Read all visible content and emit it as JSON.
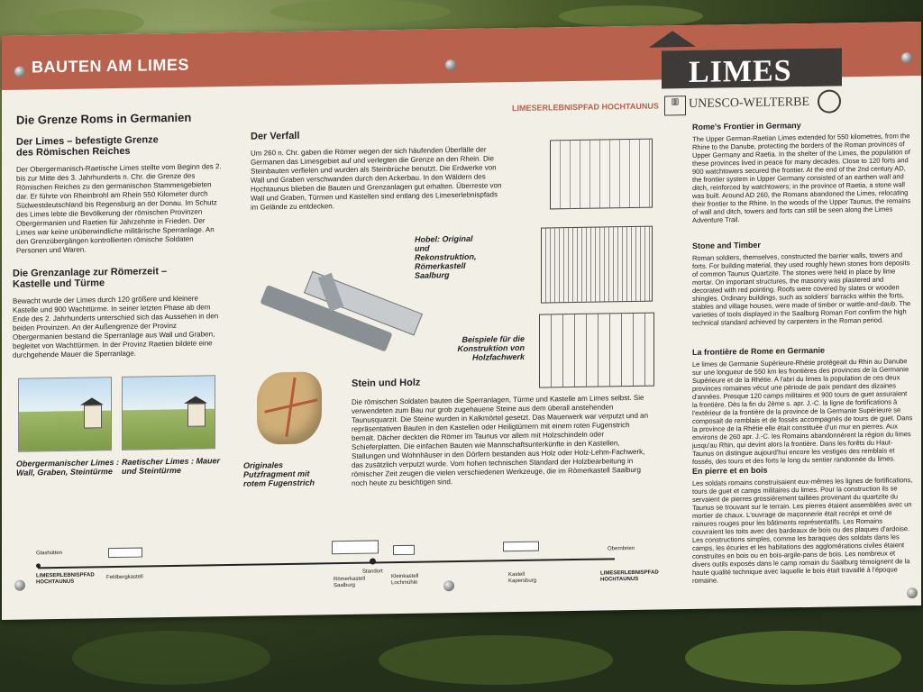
{
  "banner": {
    "title": "BAUTEN AM LIMES",
    "logo": "LIMES",
    "unesco": "UNESCO-WELTERBE"
  },
  "left": {
    "heading": "Die Grenze Roms in Germanien",
    "sub1": "Der Limes – befestigte Grenze des Römischen Reiches",
    "p1": "Der Obergermanisch-Raetische Limes stellte vom Beginn des 2. bis zur Mitte des 3. Jahrhunderts n. Chr. die Grenze des Römischen Reiches zu den germanischen Stammesgebieten dar. Er führte von Rheinbrohl am Rhein 550 Kilometer durch Südwestdeutschland bis Regensburg an der Donau. Im Schutz des Limes lebte die Bevölkerung der römischen Provinzen Obergermanien und Raetien für Jahrzehnte in Frieden. Der Limes war keine unüberwindliche militärische Sperranlage. An den Grenzübergängen kontrollierten römische Soldaten Personen und Waren.",
    "sub2": "Die Grenzanlage zur Römerzeit – Kastelle und Türme",
    "p2": "Bewacht wurde der Limes durch 120 größere und kleinere Kastelle und 900 Wachttürme. In seiner letzten Phase ab dem Ende des 2. Jahrhunderts unterschied sich das Aussehen in den beiden Provinzen. An der Außengrenze der Provinz Obergermanien bestand die Sperranlage aus Wall und Graben, begleitet von Wachttürmen. In der Provinz Raetien bildete eine durchgehende Mauer die Sperranlage.",
    "cap1": "Obergermanischer Limes : Wall, Graben, Steintürme",
    "cap2": "Raetischer Limes : Mauer und Steintürme"
  },
  "middle": {
    "heading": "Der Verfall",
    "p1": "Um 260 n. Chr. gaben die Römer wegen der sich häufenden Überfälle der Germanen das Limesgebiet auf und verlegten die Grenze an den Rhein. Die Steinbauten verfielen und wurden als Steinbrüche benutzt. Die Erdwerke von Wall und Graben verschwanden durch den Ackerbau. In den Wäldern des Hochtaunus blieben die Bauten und Grenzanlagen gut erhalten. Überreste von Wall und Graben, Türmen und Kastellen sind entlang des Limeserlebnispfads im Gelände zu entdecken.",
    "pfad": "LIMESERLEBNISPFAD HOCHTAUNUS",
    "hobel": "Hobel: Original und Rekonstruktion, Römerkastell Saalburg",
    "beispiele": "Beispiele für die Konstruktion von Holzfachwerk",
    "putz": "Originales Putzfragment mit rotem Fugenstrich",
    "heading2": "Stein und Holz",
    "p2": "Die römischen Soldaten bauten die Sperranlagen, Türme und Kastelle am Limes selbst. Sie verwendeten zum Bau nur grob zugehauene Steine aus dem überall anstehenden Taunusquarzit. Die Steine wurden in Kalkmörtel gesetzt. Das Mauerwerk war verputzt und an repräsentativen Bauten in den Kastellen oder Heiligtümern mit einem roten Fugenstrich bemalt. Dächer deckten die Römer im Taunus vor allem mit Holzschindeln oder Schieferplatten. Die einfachen Bauten wie Mannschaftsunterkünfte in den Kastellen, Stallungen und Wohnhäuser in den Dörfern bestanden aus Holz oder Holz-Lehm-Fachwerk, das zusätzlich verputzt wurde. Vom hohen technischen Standard der Holzbearbeitung in römischer Zeit zeugen die vielen verschiedenen Werkzeuge, die im Römerkastell Saalburg noch heute zu besichtigen sind."
  },
  "right": {
    "en_h": "Rome's Frontier in Germany",
    "en_p1": "The Upper German-Raetian Limes extended for 550 kilometres, from the Rhine to the Danube, protecting the borders of the Roman provinces of Upper Germany and Raetia. In the shelter of the Limes, the population of these provinces lived in peace for many decades. Close to 120 forts and 900 watchtowers secured the frontier. At the end of the 2nd century AD, the frontier system in Upper Germany consisted of an earthen wall and ditch, reinforced by watchtowers; in the province of Raetia, a stone wall was built. Around AD 260, the Romans abandoned the Limes, relocating their frontier to the Rhine. In the woods of the Upper Taunus, the remains of wall and ditch, towers and forts can still be seen along the Limes Adventure Trail.",
    "en_h2": "Stone and Timber",
    "en_p2": "Roman soldiers, themselves, constructed the barrier walls, towers and forts. For building material, they used roughly hewn stones from deposits of common Taunus Quartzite. The stones were held in place by lime mortar. On important structures, the masonry was plastered and decorated with red pointing. Roofs were covered by slates or wooden shingles. Ordinary buildings, such as soldiers' barracks within the forts, stables and village houses, were made of timber or wattle-and-daub. The varieties of tools displayed in the Saalburg Roman Fort confirm the high technical standard achieved by carpenters in the Roman period.",
    "fr_h": "La frontière de Rome en Germanie",
    "fr_p1": "Le limes de Germanie Supérieure-Rhétie protégeait du Rhin au Danube sur une longueur de 550 km les frontières des provinces de la Germanie Supérieure et de la Rhétie. A l'abri du limes la population de ces deux provinces romaines vécut une période de paix pendant des dizaines d'années. Presque 120 camps militaires et 900 tours de guet assuraient la frontière. Dès la fin du 2ème s. apr. J.-C. la ligne de fortifications à l'extérieur de la frontière de la province de la Germanie Supérieure se composait de remblais et de fossés accompagnés de tours de guet. Dans la province de la Rhétie elle était constituée d'un mur en pierres. Aux environs de 260 apr. J.-C. les Romains abandonnèrent la région du limes jusqu'au Rhin, qui devint alors la frontière. Dans les forêts du Haut-Taunus on distingue aujourd'hui encore les vestiges des remblais et fossés, des tours et des forts le long du sentier randonnée du limes.",
    "fr_h2": "En pierre et en bois",
    "fr_p2": "Les soldats romains construisaient eux-mêmes les lignes de fortifications, tours de guet et camps militaires du limes. Pour la construction ils se servaient de pierres grossièrement taillées provenant du quartzite du Taunus se trouvant sur le terrain. Les pierres étaient assemblées avec un mortier de chaux. L'ouvrage de maçonnerie était recrépi et orné de rainures rouges pour les bâtiments représentatifs. Les Romains couvraient les toits avec des bardeaux de bois ou des plaques d'ardoise. Les constructions simples, comme les baraques des soldats dans les camps, les écuries et les habitations des agglomérations civiles étaient construites en bois ou en bois-argile-pans de bois. Les nombreux et divers outils exposés dans le camp romain du Saalburg témoignent de la haute qualité technique avec laquelle le bois était travaillé à l'époque romaine."
  },
  "timeline": {
    "start": "Glashütten",
    "start_pfad": "LIMESERLEBNISPFAD HOCHTAUNUS",
    "feldberg": "Feldbergkastell",
    "standort": "Standort",
    "saalburg": "Römerkastell Saalburg",
    "lochmuhle": "Kleinkastell Lochmühle",
    "kapersburg": "Kastell Kapersburg",
    "end": "Obernbrien",
    "end_pfad": "LIMESERLEBNISPFAD HOCHTAUNUS"
  }
}
